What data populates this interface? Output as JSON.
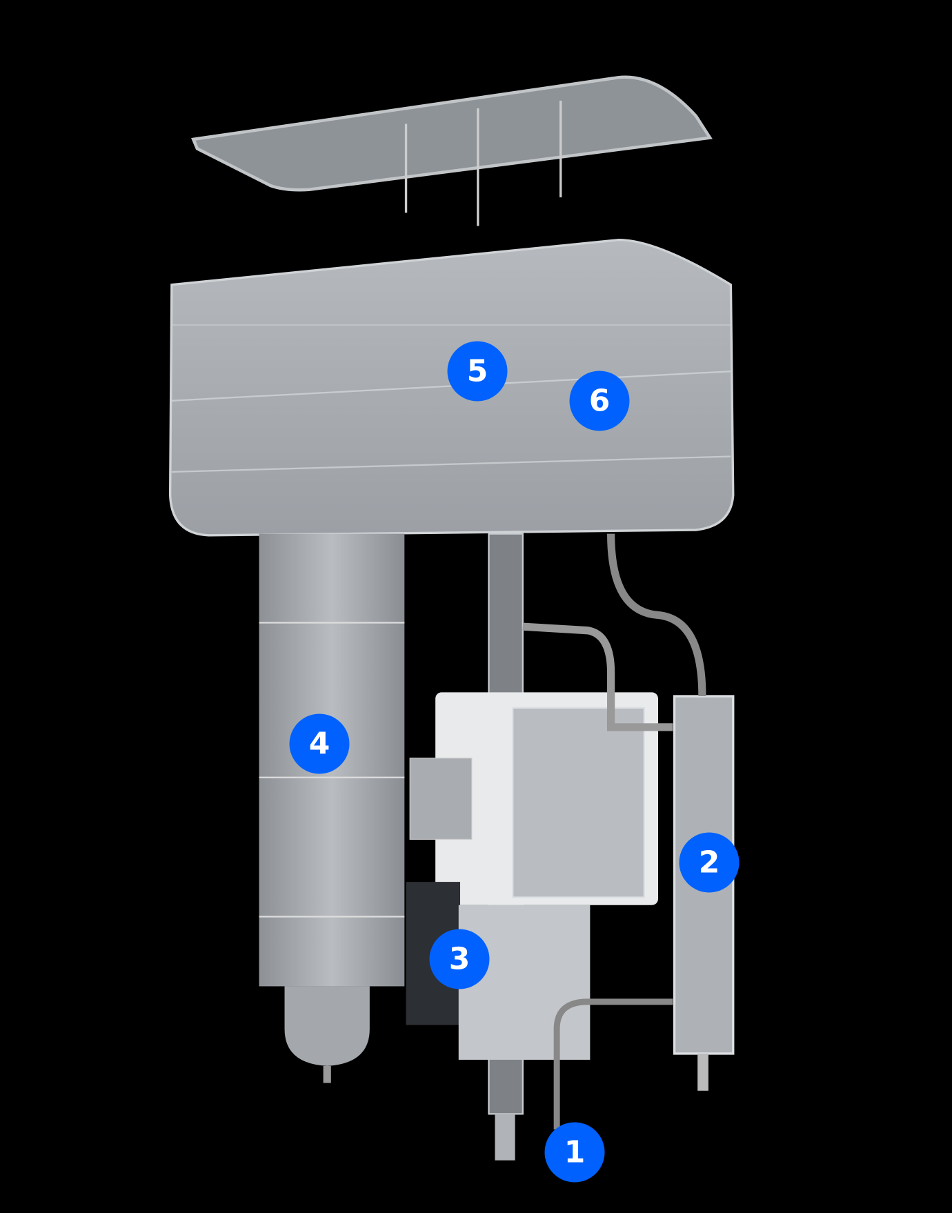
{
  "markers": [
    {
      "label": "1"
    },
    {
      "label": "2"
    },
    {
      "label": "3"
    },
    {
      "label": "4"
    },
    {
      "label": "5"
    },
    {
      "label": "6"
    }
  ],
  "colors": {
    "background": "#000000",
    "marker": "#0061fe",
    "metal": "#a9adb1"
  }
}
